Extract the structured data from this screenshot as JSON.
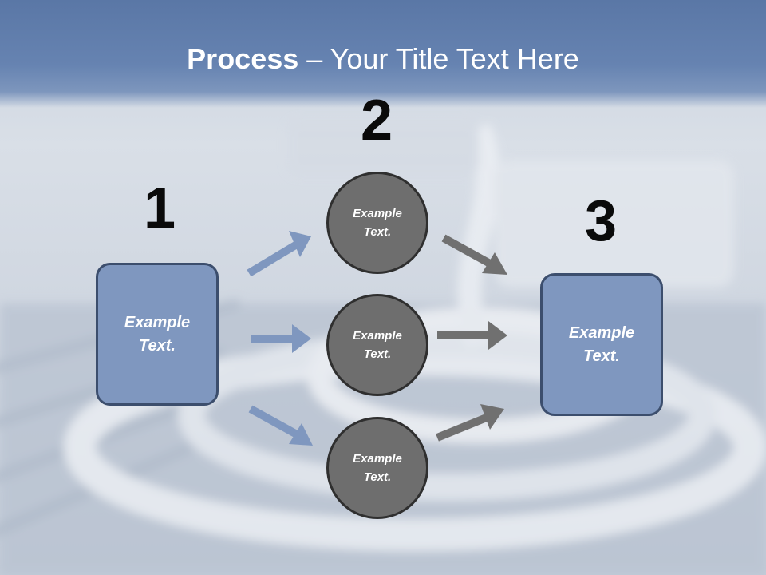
{
  "slide": {
    "title_bold": "Process",
    "title_rest": " – Your Title Text Here",
    "steps": [
      {
        "number": "1",
        "label": "Example Text."
      },
      {
        "number": "2"
      },
      {
        "number": "3",
        "label": "Example Text."
      }
    ],
    "circles": [
      {
        "label": "Example Text."
      },
      {
        "label": "Example Text."
      },
      {
        "label": "Example Text."
      }
    ]
  },
  "colors": {
    "title_band": "#6683b1",
    "box_fill": "#7f97bf",
    "box_border": "#3c4e6d",
    "circle_fill": "#6e6e6e",
    "circle_border": "#2f2f2f",
    "blue_arrow": "#7f97bf",
    "gray_arrow": "#707070"
  }
}
